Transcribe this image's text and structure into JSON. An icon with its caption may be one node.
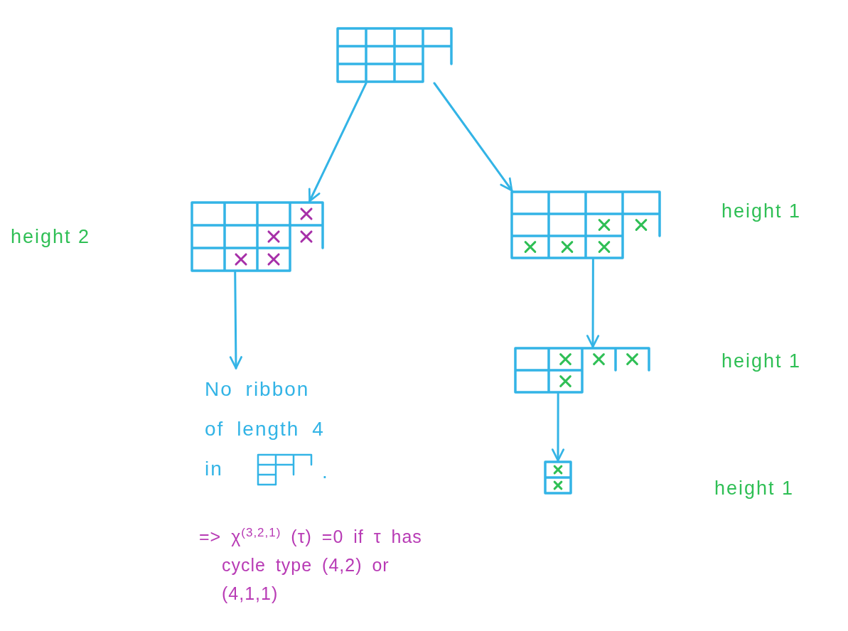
{
  "diagram": {
    "nodes": [
      {
        "text": [],
        "shape": "grid"
      },
      {
        "text": [],
        "shape": "grid"
      },
      {
        "text": [],
        "shape": "grid"
      },
      {
        "text": [
          "No ribbon of length 4 in",
          "."
        ]
      },
      {
        "text": [],
        "shape": "grid"
      },
      {
        "text": [],
        "shape": "grid"
      }
    ],
    "edges": [
      {
        "from": 0,
        "to": 1,
        "arrow": "to"
      },
      {
        "from": 0,
        "to": 2,
        "arrow": "to"
      },
      {
        "from": 1,
        "to": 3,
        "arrow": "to"
      },
      {
        "from": 2,
        "to": 4,
        "arrow": "to"
      },
      {
        "from": 4,
        "to": 5,
        "arrow": "to"
      }
    ],
    "labels": [
      "height 2",
      "height 1",
      "height 1",
      "height 1",
      "=> χ$^{(3,2,1)}$ (τ) =0 if τ has cycle type (4,2) or (4,1,1)"
    ]
  }
}
